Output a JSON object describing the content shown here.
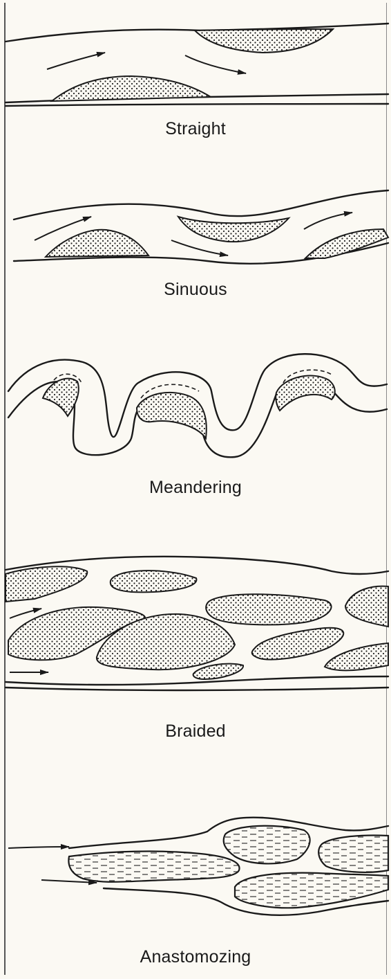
{
  "panels": [
    {
      "id": "straight",
      "label": "Straight"
    },
    {
      "id": "sinuous",
      "label": "Sinuous"
    },
    {
      "id": "meandering",
      "label": "Meandering"
    },
    {
      "id": "braided",
      "label": "Braided"
    },
    {
      "id": "anastomozing",
      "label": "Anastomozing"
    }
  ],
  "colors": {
    "ink": "#1a1a1a",
    "paper": "#fbf9f3"
  }
}
